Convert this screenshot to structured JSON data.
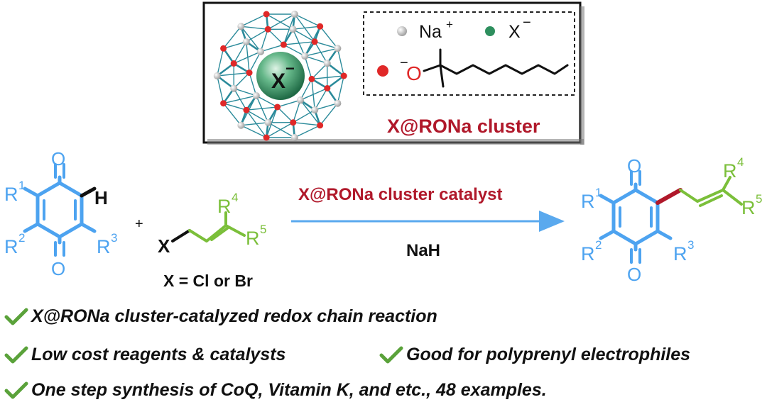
{
  "legend": {
    "na_label": "Na",
    "na_charge": "+",
    "x_label": "X",
    "x_charge": "−",
    "oxygen_label": "O",
    "oxygen_charge": "−",
    "cluster_caption": "X@RONa cluster",
    "core_label": "X",
    "core_charge": "−"
  },
  "reaction": {
    "quinone": {
      "r1": "R",
      "r1_sup": "1",
      "r2": "R",
      "r2_sup": "2",
      "r3": "R",
      "r3_sup": "3",
      "h": "H",
      "o_top": "O",
      "o_bottom": "O"
    },
    "plus": "+",
    "allyl": {
      "x": "X",
      "r4": "R",
      "r4_sup": "4",
      "r5": "R",
      "r5_sup": "5",
      "condition": "X = Cl or Br"
    },
    "arrow_top": "X@RONa cluster catalyst",
    "arrow_bottom": "NaH",
    "product": {
      "r1": "R",
      "r1_sup": "1",
      "r2": "R",
      "r2_sup": "2",
      "r3": "R",
      "r3_sup": "3",
      "r4": "R",
      "r4_sup": "4",
      "r5": "R",
      "r5_sup": "5",
      "o_top": "O",
      "o_bottom": "O"
    }
  },
  "highlights": [
    "X@RONa cluster-catalyzed redox chain reaction",
    "Low cost reagents & catalysts",
    "Good for polyprenyl electrophiles",
    "One step synthesis of CoQ, Vitamin K, and etc., 48 examples."
  ],
  "colors": {
    "quinone_blue": "#4da3f0",
    "chain_green": "#7bbf3a",
    "catalyst_red": "#b0182a",
    "arrow_blue": "#5aa9ee",
    "check_green": "#5aa23a",
    "cage_teal": "#2a8a9a",
    "oxygen_red": "#e02828",
    "sodium_gray": "#d0d0d0",
    "halide_green": "#2e8f5e"
  }
}
